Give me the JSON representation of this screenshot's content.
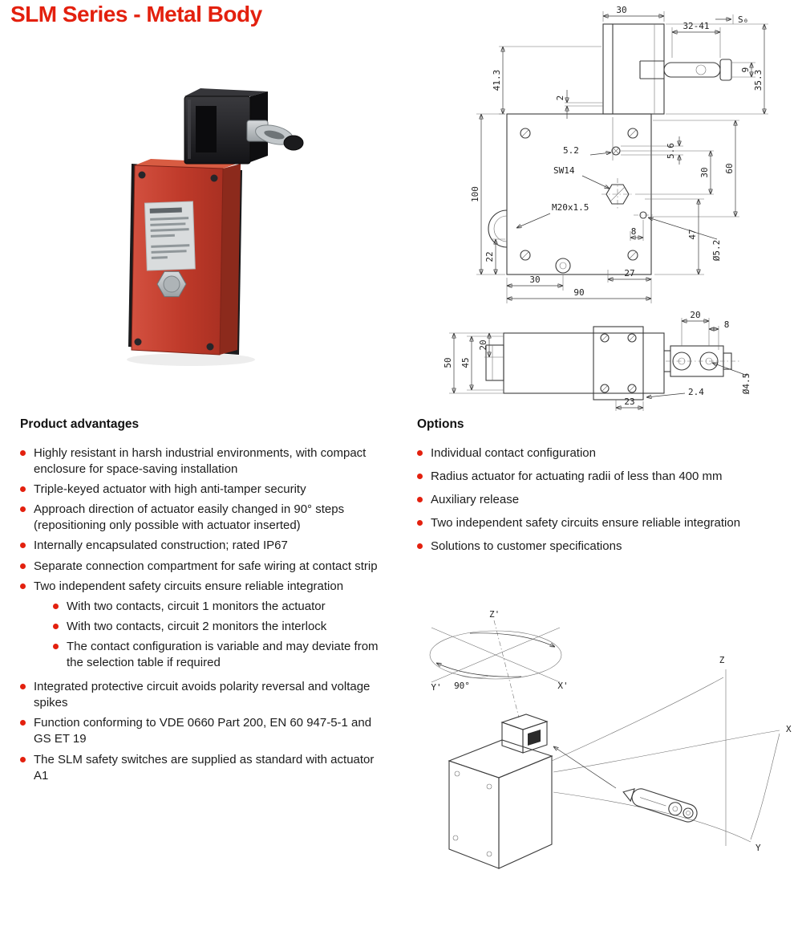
{
  "page": {
    "title": "SLM Series - Metal Body"
  },
  "colors": {
    "accent_red": "#e3200e",
    "body_red": "#bf3a2a"
  },
  "advantages": {
    "heading": "Product advantages",
    "items": [
      "Highly resistant in harsh industrial environments, with compact enclosure for space-saving installation",
      "Triple-keyed actuator with high anti-tamper security",
      "Approach direction of actuator easily changed in 90° steps (repositioning only possible with actuator inserted)",
      "Internally encapsulated construction; rated IP67",
      "Separate connection compartment for safe wiring at contact strip",
      "Two independent safety circuits ensure reliable integration",
      "Integrated protective circuit avoids polarity reversal and voltage spikes",
      "Function conforming to VDE 0660 Part 200, EN 60 947-5-1 and GS ET 19",
      "The SLM safety switches are supplied as standard with actuator A1"
    ],
    "sub_items": [
      "With two contacts, circuit 1 monitors the actuator",
      "With two contacts, circuit 2 monitors the interlock",
      "The contact configuration is variable and may deviate from the selection table if required"
    ]
  },
  "options": {
    "heading": "Options",
    "items": [
      "Individual contact configuration",
      "Radius actuator for actuating radii of less than 400 mm",
      "Auxiliary release",
      "Two independent safety circuits ensure reliable integration",
      "Solutions to customer specifications"
    ]
  },
  "front_view": {
    "dim_head_width": "30",
    "dim_stroke_range": "32-41",
    "label_s0": "S₀",
    "dim_9": "9",
    "dim_41_3": "41.3",
    "dim_35_3": "35.3",
    "dim_2": "2",
    "dim_5_2": "5.2",
    "dim_5_6": "5.6",
    "dim_60": "60",
    "dim_30_right": "30",
    "label_sw14": "SW14",
    "dim_100": "100",
    "label_m20": "M20x1.5",
    "dim_8": "8",
    "dim_47": "47",
    "dim_dia_5_2": "Ø5.2",
    "dim_22": "22",
    "dim_30_bottom": "30",
    "dim_27": "27",
    "dim_90": "90"
  },
  "side_view": {
    "dim_20_top": "20",
    "dim_8": "8",
    "dim_50": "50",
    "dim_45": "45",
    "dim_20_left": "20",
    "dim_2_4": "2.4",
    "dim_23": "23",
    "dim_dia_4_5": "Ø4.5"
  },
  "iso_view": {
    "z_prime": "Z'",
    "y_prime": "Y'",
    "angle": "90°",
    "x_prime": "X'",
    "z": "Z",
    "x": "X",
    "y": "Y"
  }
}
